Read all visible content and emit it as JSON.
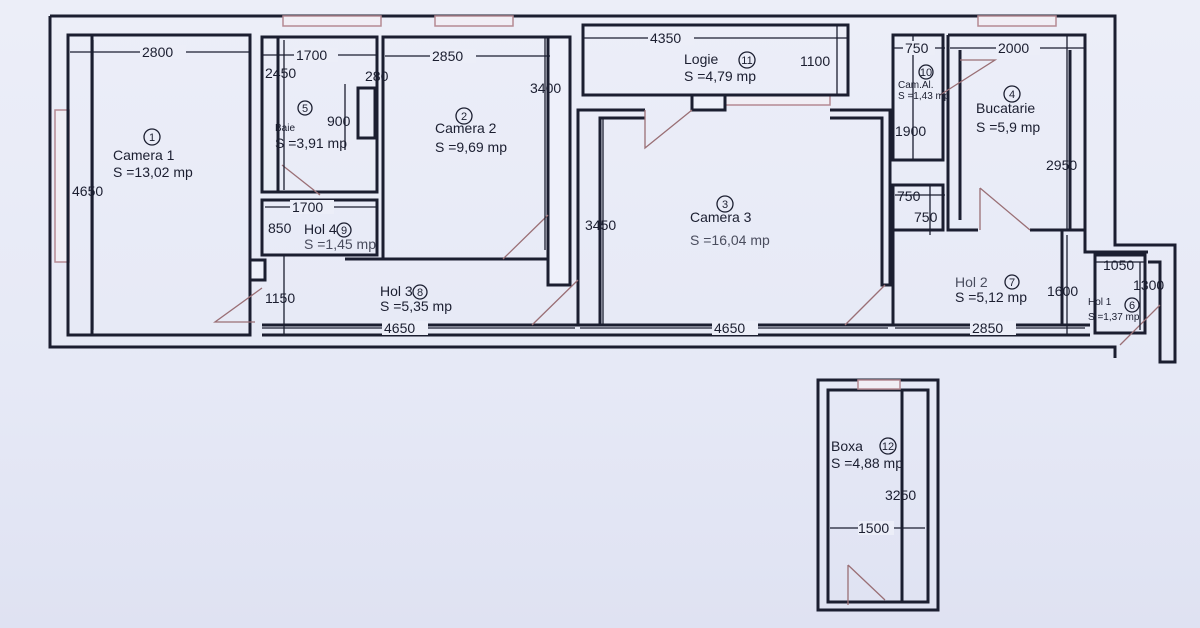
{
  "rooms": [
    {
      "num": "1",
      "name": "Camera 1",
      "area": "S =13,02 mp"
    },
    {
      "num": "2",
      "name": "Camera 2",
      "area": "S =9,69 mp"
    },
    {
      "num": "3",
      "name": "Camera 3",
      "area": "S =16,04 mp"
    },
    {
      "num": "4",
      "name": "Bucatarie",
      "area": "S =5,9 mp"
    },
    {
      "num": "5",
      "name": "Baie",
      "area": "S =3,91 mp"
    },
    {
      "num": "6",
      "name": "Hol 1",
      "area": "S =1,37 mp"
    },
    {
      "num": "7",
      "name": "Hol 2",
      "area": "S =5,12 mp"
    },
    {
      "num": "8",
      "name": "Hol 3",
      "area": "S =5,35 mp"
    },
    {
      "num": "9",
      "name": "Hol 4",
      "area": "S =1,45 mp"
    },
    {
      "num": "10",
      "name": "Cam.Al.",
      "area": "S =1,43 mp"
    },
    {
      "num": "11",
      "name": "Logie",
      "area": "S =4,79 mp"
    },
    {
      "num": "12",
      "name": "Boxa",
      "area": "S =4,88 mp"
    }
  ],
  "dimensions": {
    "cam1_width": "2800",
    "cam1_length": "4650",
    "baie_width": "1700",
    "baie_length": "2450",
    "baie_small": "280",
    "baie_900": "900",
    "hol4_width": "1700",
    "hol4_length": "850",
    "cam2_width": "2850",
    "cam2_length": "3400",
    "hol3_width": "1150",
    "hol3_length": "4650",
    "logie_width": "4350",
    "logie_length": "1100",
    "cam3_length": "3450",
    "cam3_width": "4650",
    "camal_width": "750",
    "camal_length": "1900",
    "buc_width": "2000",
    "buc_length": "2950",
    "closet_w": "750",
    "closet_h": "750",
    "hol2_length": "1600",
    "hol2_width": "2850",
    "hol1_width": "1050",
    "hol1_length": "1300",
    "boxa_length": "3250",
    "boxa_width": "1500"
  }
}
